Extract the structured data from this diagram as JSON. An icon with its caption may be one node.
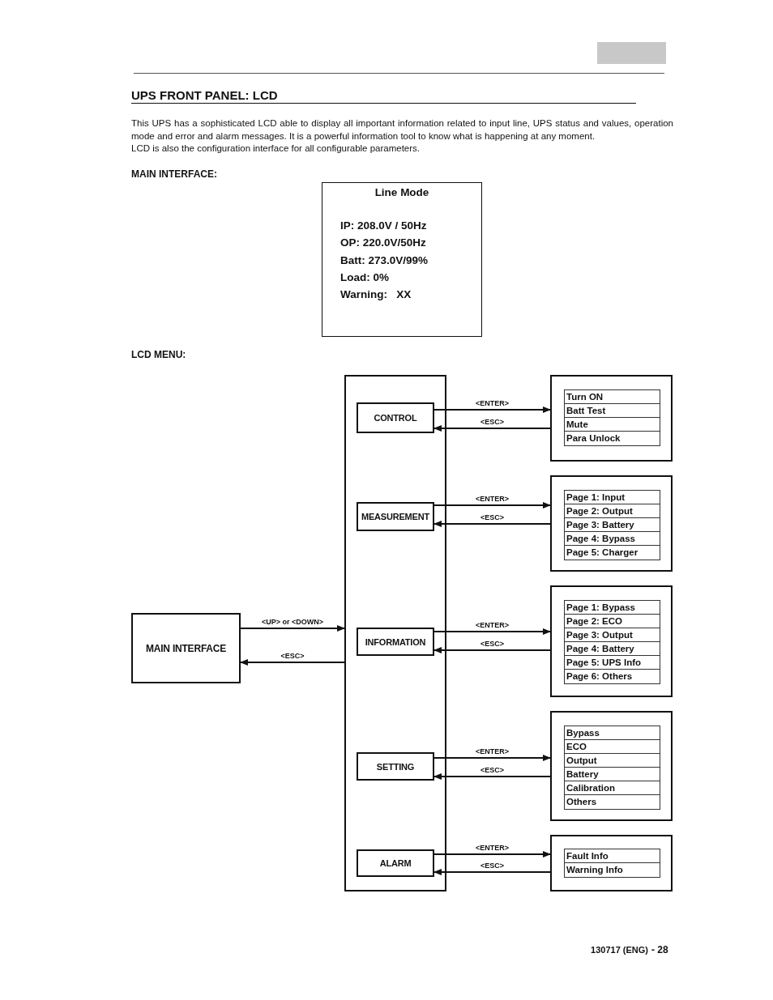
{
  "diagram": {
    "title": "UPS FRONT PANEL: LCD",
    "nodes": [
      {
        "text": [
          "Line Mode",
          "IP: 208.0V / 50Hz",
          "OP: 220.0V/50Hz",
          "Batt: 273.0V/99%",
          "Load: 0%",
          "Warning:   XX"
        ]
      },
      {
        "text": [],
        "shape": "box"
      },
      {
        "text": [
          "CONTROL"
        ],
        "in": 1
      },
      {
        "text": [
          "Turn ON",
          "Batt Test",
          "Mute",
          "Para Unlock"
        ]
      },
      {
        "text": [
          "MEASUREMENT"
        ],
        "in": 1
      },
      {
        "text": [
          "Page 1: Input",
          "Page 2: Output",
          "Page 3: Battery",
          "Page 4: Bypass",
          "Page 5: Charger"
        ]
      },
      {
        "text": [
          "INFORMATION"
        ],
        "in": 1
      },
      {
        "text": [
          "Page 1: Bypass",
          "Page 2: ECO",
          "Page 3: Output",
          "Page 4: Battery",
          "Page 5: UPS Info",
          "Page 6: Others"
        ]
      },
      {
        "text": [
          "MAIN INTERFACE"
        ]
      },
      {
        "text": [
          "SETTING"
        ],
        "in": 1
      },
      {
        "text": [
          "Bypass",
          "ECO",
          "Output",
          "Battery",
          "Calibration",
          "Others"
        ]
      },
      {
        "text": [
          "ALARM"
        ],
        "in": 1
      },
      {
        "text": [
          "Fault Info",
          "Warning Info"
        ]
      }
    ],
    "edges": [
      {
        "from": 8,
        "to": 1,
        "arrow": "to",
        "label": "<UP> or <DOWN>"
      },
      {
        "from": 1,
        "to": 8,
        "arrow": "to",
        "label": "<ESC>"
      },
      {
        "from": 2,
        "to": 3,
        "arrow": "to",
        "label": "<ENTER>"
      },
      {
        "from": 3,
        "to": 2,
        "arrow": "to",
        "label": "<ESC>"
      },
      {
        "from": 4,
        "to": 5,
        "arrow": "to",
        "label": "<ENTER>"
      },
      {
        "from": 5,
        "to": 4,
        "arrow": "to",
        "label": "<ESC>"
      },
      {
        "from": 6,
        "to": 7,
        "arrow": "to",
        "label": "<ENTER>"
      },
      {
        "from": 7,
        "to": 6,
        "arrow": "to",
        "label": "<ESC>"
      },
      {
        "from": 9,
        "to": 10,
        "arrow": "to",
        "label": "<ENTER>"
      },
      {
        "from": 10,
        "to": 9,
        "arrow": "to",
        "label": "<ESC>"
      },
      {
        "from": 11,
        "to": 12,
        "arrow": "to",
        "label": "<ENTER>"
      },
      {
        "from": 12,
        "to": 11,
        "arrow": "to",
        "label": "<ESC>"
      }
    ],
    "labels": [
      "This UPS has a sophisticated LCD able to display all important information related to input line, UPS status and values, operation mode and error and alarm messages. It is a powerful information tool to know what is happening at any moment.",
      "LCD is also the configuration interface for all configurable parameters.",
      "MAIN INTERFACE:",
      "LCD MENU:",
      "130717 (ENG)",
      "- 28"
    ]
  }
}
